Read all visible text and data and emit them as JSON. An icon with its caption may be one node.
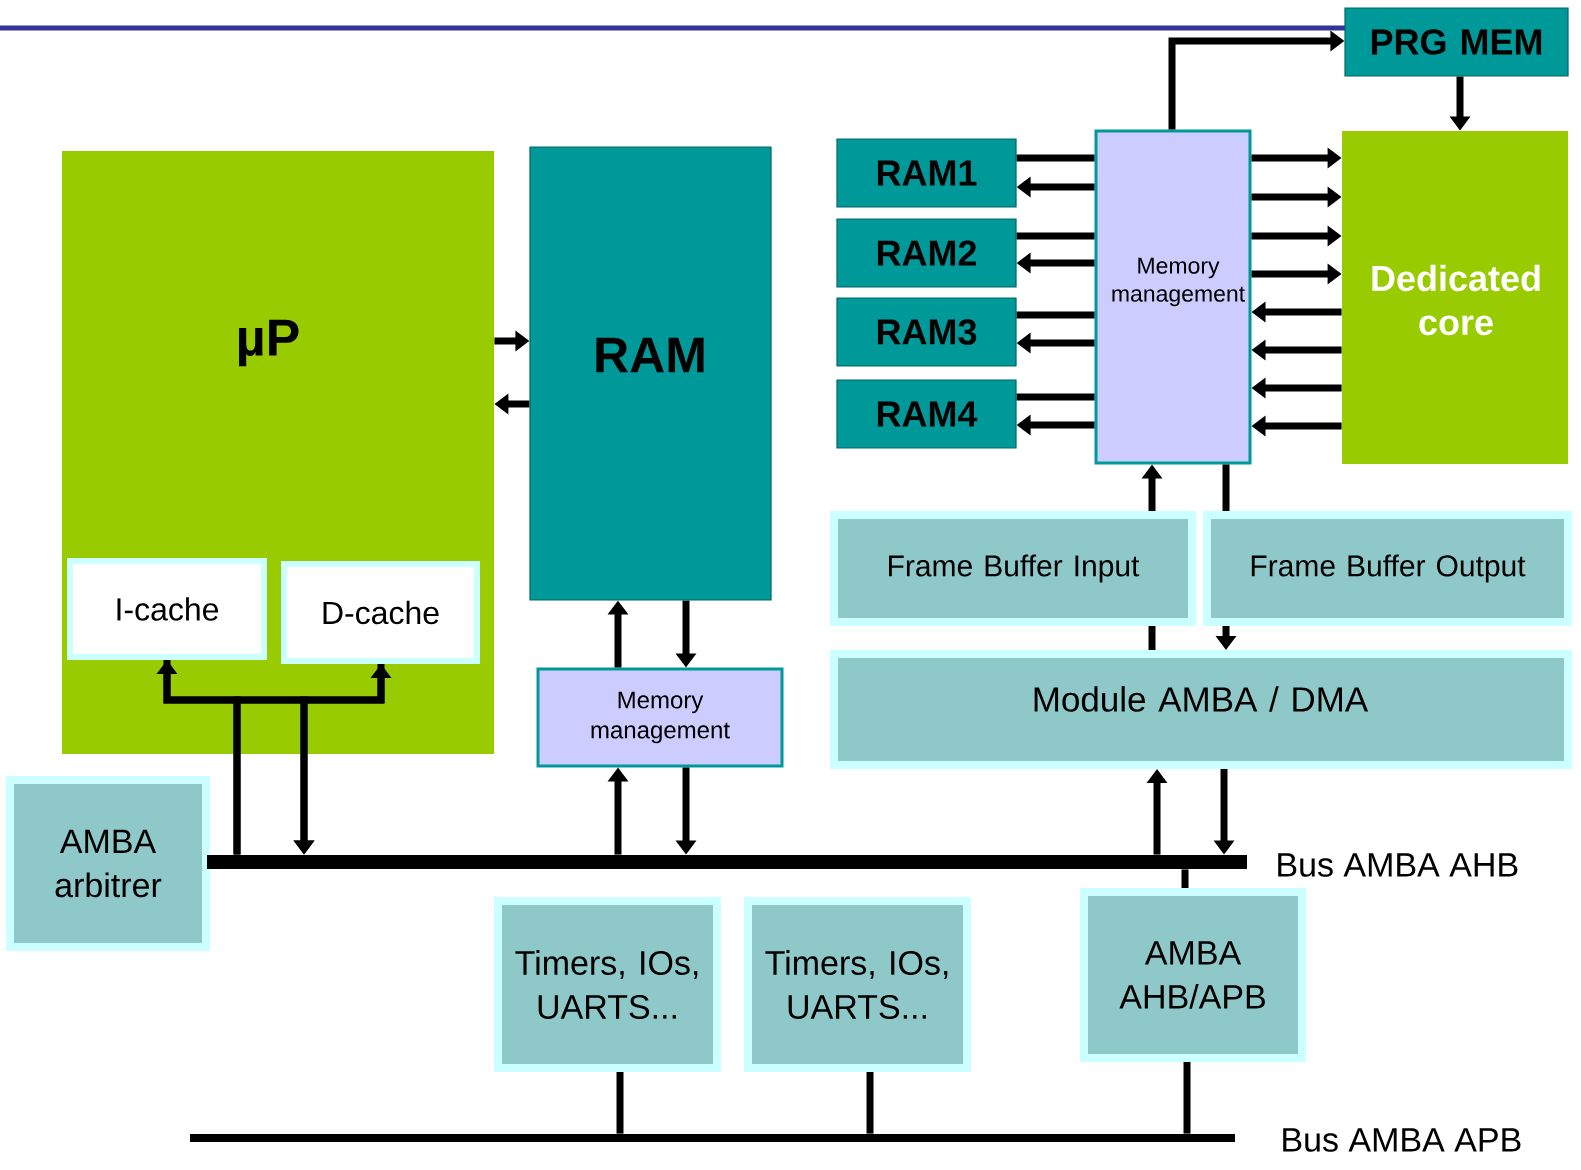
{
  "diagram": {
    "nodes": [
      {
        "text": [
          "µP"
        ]
      },
      {
        "text": [
          "I-cache"
        ],
        "in": 0
      },
      {
        "text": [
          "D-cache"
        ],
        "in": 0
      },
      {
        "text": [
          "RAM"
        ]
      },
      {
        "text": [
          "Memory management"
        ]
      },
      {
        "text": [
          "RAM1"
        ]
      },
      {
        "text": [
          "RAM2"
        ]
      },
      {
        "text": [
          "RAM3"
        ]
      },
      {
        "text": [
          "RAM4"
        ]
      },
      {
        "text": [
          "Memory management"
        ]
      },
      {
        "text": [
          "PRG MEM"
        ]
      },
      {
        "text": [
          "Dedicated core"
        ]
      },
      {
        "text": [
          "Frame Buffer Input"
        ]
      },
      {
        "text": [
          "Frame Buffer Output"
        ]
      },
      {
        "text": [
          "Module AMBA / DMA"
        ]
      },
      {
        "text": [
          "AMBA arbitrer"
        ]
      },
      {
        "text": [],
        "shape": "bar",
        "beside": [
          "Bus AMBA AHB"
        ]
      },
      {
        "text": [
          "Timers, IOs, UARTS..."
        ]
      },
      {
        "text": [
          "Timers, IOs, UARTS..."
        ]
      },
      {
        "text": [
          "AMBA AHB/APB"
        ]
      },
      {
        "text": [],
        "shape": "bar",
        "beside": [
          "Bus AMBA APB"
        ]
      }
    ],
    "edges": [
      {
        "from": 0,
        "to": 3,
        "arrow": "to"
      },
      {
        "from": 3,
        "to": 0,
        "arrow": "to"
      },
      {
        "from": 16,
        "to": 1,
        "arrow": "to"
      },
      {
        "from": 16,
        "to": 2,
        "arrow": "to"
      },
      {
        "from": 1,
        "to": 16,
        "arrow": "to"
      },
      {
        "from": 2,
        "to": 16,
        "arrow": "to"
      },
      {
        "from": 4,
        "to": 3,
        "arrow": "to"
      },
      {
        "from": 3,
        "to": 4,
        "arrow": "to"
      },
      {
        "from": 16,
        "to": 4,
        "arrow": "to"
      },
      {
        "from": 4,
        "to": 16,
        "arrow": "to"
      },
      {
        "from": 5,
        "to": 9,
        "arrow": "none"
      },
      {
        "from": 9,
        "to": 5,
        "arrow": "to"
      },
      {
        "from": 6,
        "to": 9,
        "arrow": "none"
      },
      {
        "from": 9,
        "to": 6,
        "arrow": "to"
      },
      {
        "from": 7,
        "to": 9,
        "arrow": "none"
      },
      {
        "from": 9,
        "to": 7,
        "arrow": "to"
      },
      {
        "from": 8,
        "to": 9,
        "arrow": "none"
      },
      {
        "from": 9,
        "to": 8,
        "arrow": "to"
      },
      {
        "from": 9,
        "to": 10,
        "arrow": "to"
      },
      {
        "from": 10,
        "to": 11,
        "arrow": "to"
      },
      {
        "from": 9,
        "to": 11,
        "arrow": "to"
      },
      {
        "from": 9,
        "to": 11,
        "arrow": "to"
      },
      {
        "from": 9,
        "to": 11,
        "arrow": "to"
      },
      {
        "from": 9,
        "to": 11,
        "arrow": "to"
      },
      {
        "from": 11,
        "to": 9,
        "arrow": "to"
      },
      {
        "from": 11,
        "to": 9,
        "arrow": "to"
      },
      {
        "from": 11,
        "to": 9,
        "arrow": "to"
      },
      {
        "from": 11,
        "to": 9,
        "arrow": "to"
      },
      {
        "from": 12,
        "to": 9,
        "arrow": "to"
      },
      {
        "from": 14,
        "to": 12,
        "arrow": "none"
      },
      {
        "from": 9,
        "to": 13,
        "arrow": "none"
      },
      {
        "from": 13,
        "to": 14,
        "arrow": "to"
      },
      {
        "from": 16,
        "to": 14,
        "arrow": "to"
      },
      {
        "from": 14,
        "to": 16,
        "arrow": "to"
      },
      {
        "from": 16,
        "to": 19,
        "arrow": "none"
      },
      {
        "from": 17,
        "to": 20,
        "arrow": "none"
      },
      {
        "from": 18,
        "to": 20,
        "arrow": "none"
      },
      {
        "from": 19,
        "to": 20,
        "arrow": "none"
      }
    ]
  }
}
